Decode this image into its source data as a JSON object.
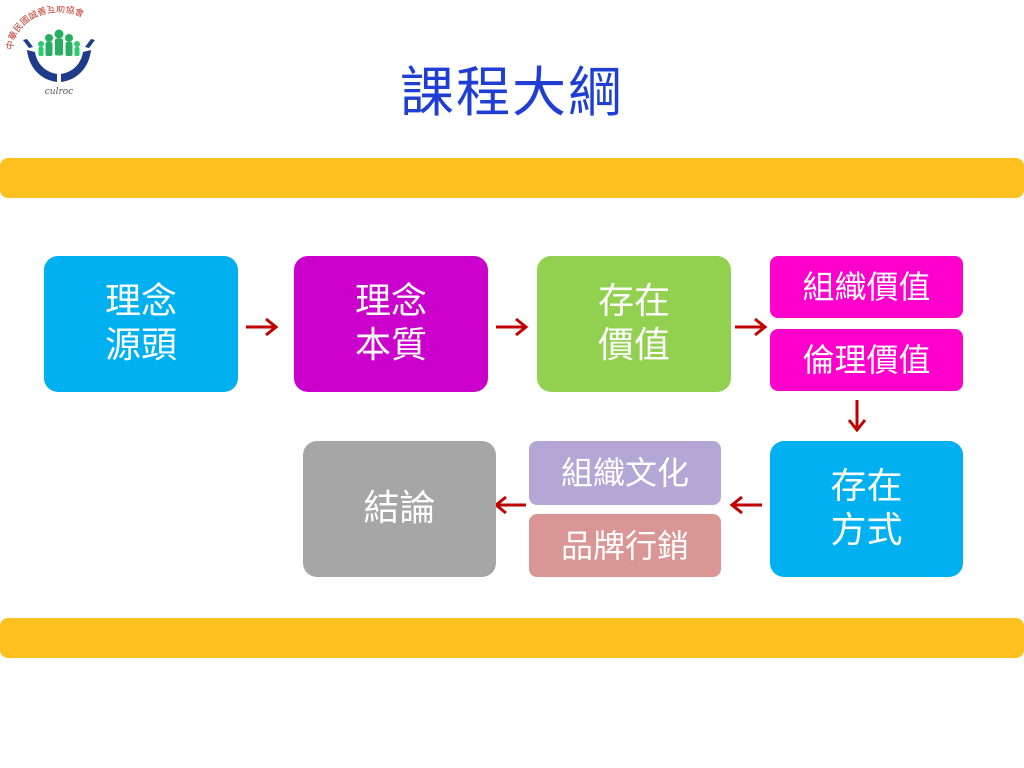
{
  "title": "課程大綱",
  "logo": {
    "arc_text": "中華民國誠善互助協會",
    "caption": "culroc"
  },
  "colors": {
    "band": "#fec11f",
    "title": "#1f3ed3",
    "cyan": "#00b0f0",
    "magenta": "#cc00cc",
    "green": "#92d050",
    "pink": "#ff00cc",
    "gray": "#a6a6a6",
    "lavender": "#b4a7d6",
    "rose": "#d99694",
    "arrow": "#c00000"
  },
  "flow": {
    "box1": {
      "line1": "理念",
      "line2": "源頭"
    },
    "box2": {
      "line1": "理念",
      "line2": "本質"
    },
    "box3": {
      "line1": "存在",
      "line2": "價值"
    },
    "box4a": "組織價值",
    "box4b": "倫理價值",
    "box5": {
      "line1": "存在",
      "line2": "方式"
    },
    "box6a": "組織文化",
    "box6b": "品牌行銷",
    "box7": "結論"
  }
}
